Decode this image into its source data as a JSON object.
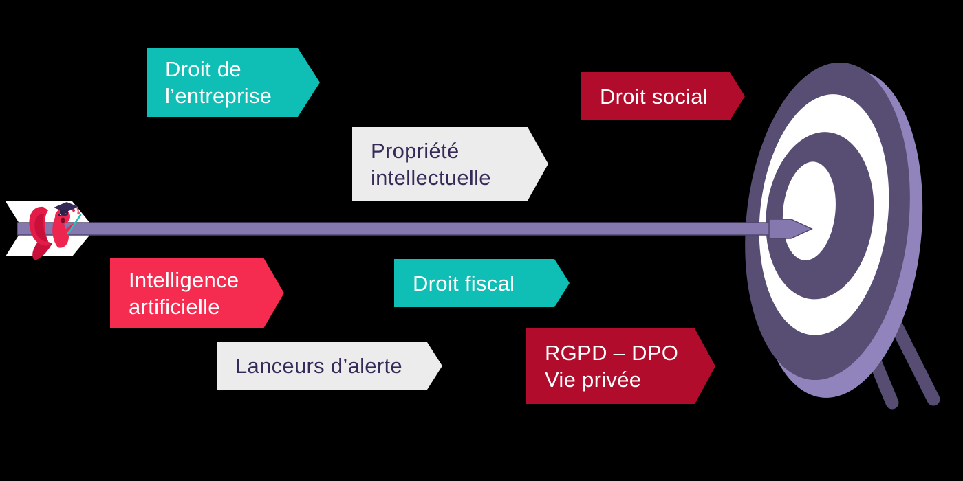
{
  "canvas": {
    "background": "#000000"
  },
  "labels": [
    {
      "id": "droit-entreprise",
      "lines": [
        "Droit de",
        "l’entreprise"
      ],
      "bg": "#0FBEB5",
      "fg": "#FFFFFF"
    },
    {
      "id": "propriete-intellectuelle",
      "lines": [
        "Propriété",
        "intellectuelle"
      ],
      "bg": "#ECECEC",
      "fg": "#362A58"
    },
    {
      "id": "droit-social",
      "lines": [
        "Droit social"
      ],
      "bg": "#B10C2B",
      "fg": "#FFFFFF"
    },
    {
      "id": "intelligence-artificielle",
      "lines": [
        "Intelligence",
        "artificielle"
      ],
      "bg": "#F52B4F",
      "fg": "#FFFFFF"
    },
    {
      "id": "droit-fiscal",
      "lines": [
        "Droit fiscal"
      ],
      "bg": "#0FBEB5",
      "fg": "#FFFFFF"
    },
    {
      "id": "lanceurs-alerte",
      "lines": [
        "Lanceurs d’alerte"
      ],
      "bg": "#ECECEC",
      "fg": "#362A58"
    },
    {
      "id": "rgpd-dpo-vie-privee",
      "lines": [
        "RGPD – DPO",
        "Vie privée"
      ],
      "bg": "#B10C2B",
      "fg": "#FFFFFF"
    }
  ],
  "illustration": {
    "arrow_fill": "#8478AE",
    "arrow_outline": "#51466E",
    "fletching_color": "#FFFFFF",
    "target_face_color": "#584D73",
    "target_rim_color": "#9184BD",
    "target_ring_color": "#FFFFFF",
    "mascot": "red-butterfly-mascot-with-graduation-cap",
    "mascot_body_color": "#ED2650",
    "mascot_wing_color": "#E31C47",
    "cap_color": "#352A57",
    "pointer_color": "#2ABEB4"
  }
}
